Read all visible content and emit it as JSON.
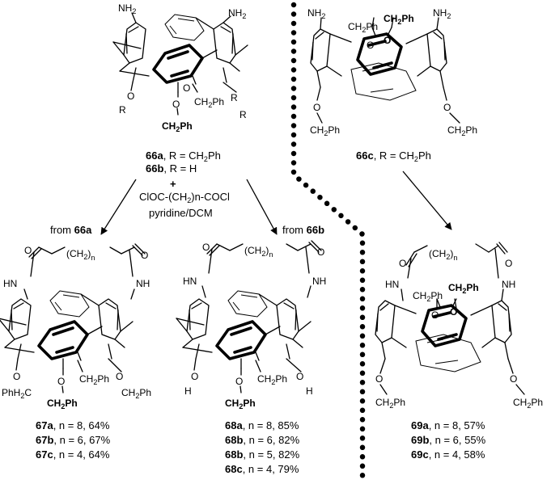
{
  "substituents": {
    "nh2": "NH",
    "nh2_sub": "2",
    "o": "O",
    "r": "R",
    "ch2ph": "CH",
    "ch2ph_sub": "2",
    "ch2ph_tail": "Ph",
    "phh2c": "PhH",
    "phh2c_sub": "2",
    "phh2c_tail": "C",
    "h": "H",
    "hn": "HN",
    "nh": "NH",
    "ch2n": "(CH",
    "ch2n_sub": "2",
    "ch2n_close": ")",
    "ch2n_n": "n"
  },
  "compound_66ab": {
    "a_id": "66a",
    "a_text": ", R = CH",
    "a_sub": "2",
    "a_tail": "Ph",
    "b_id": "66b",
    "b_text": ", R = H"
  },
  "compound_66c": {
    "id": "66c",
    "text": ", R = CH",
    "sub": "2",
    "tail": "Ph"
  },
  "reagents": {
    "plus": "+",
    "line1": "ClOC-(CH",
    "line1_sub": "2",
    "line1_tail": ")n-COCl",
    "line2": "pyridine/DCM"
  },
  "arrow_labels": {
    "left_prefix": "from ",
    "left_id": "66a",
    "right_prefix": "from ",
    "right_id": "66b"
  },
  "products_67": [
    {
      "id": "67a",
      "text": ", n = 8, 64%"
    },
    {
      "id": "67b",
      "text": ", n = 6, 67%"
    },
    {
      "id": "67c",
      "text": ", n = 4, 64%"
    }
  ],
  "products_68": [
    {
      "id": "68a",
      "text": ", n = 8, 85%"
    },
    {
      "id": "68b",
      "text": ", n = 6, 82%"
    },
    {
      "id": "68b",
      "text": ", n = 5, 82%"
    },
    {
      "id": "68c",
      "text": ", n = 4, 79%"
    }
  ],
  "products_69": [
    {
      "id": "69a",
      "text": ", n = 8, 57%"
    },
    {
      "id": "69b",
      "text": ", n = 6, 55%"
    },
    {
      "id": "69c",
      "text": ", n = 4, 58%"
    }
  ]
}
